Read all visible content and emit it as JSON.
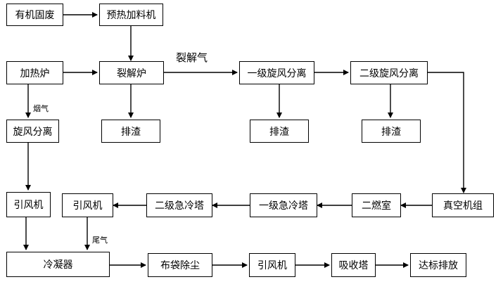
{
  "nodes": {
    "organic_waste": "有机固废",
    "preheat_feeder": "预热加料机",
    "heating_furnace": "加热炉",
    "pyrolysis_furnace": "裂解炉",
    "cyclone_1": "一级旋风分离",
    "cyclone_2": "二级旋风分离",
    "slag_1": "排渣",
    "slag_2": "排渣",
    "slag_3": "排渣",
    "cyclone_left": "旋风分离",
    "fan_left": "引风机",
    "fan_mid": "引风机",
    "quench_2": "二级急冷塔",
    "quench_1": "一级急冷塔",
    "secondary_chamber": "二燃室",
    "vacuum_unit": "真空机组",
    "condenser": "冷凝器",
    "bag_filter": "布袋除尘",
    "fan_bottom": "引风机",
    "absorber": "吸收塔",
    "compliant_discharge": "达标排放"
  },
  "edge_labels": {
    "pyrolysis_gas": "裂解气",
    "flue_gas": "烟气",
    "tail_gas": "尾气"
  }
}
